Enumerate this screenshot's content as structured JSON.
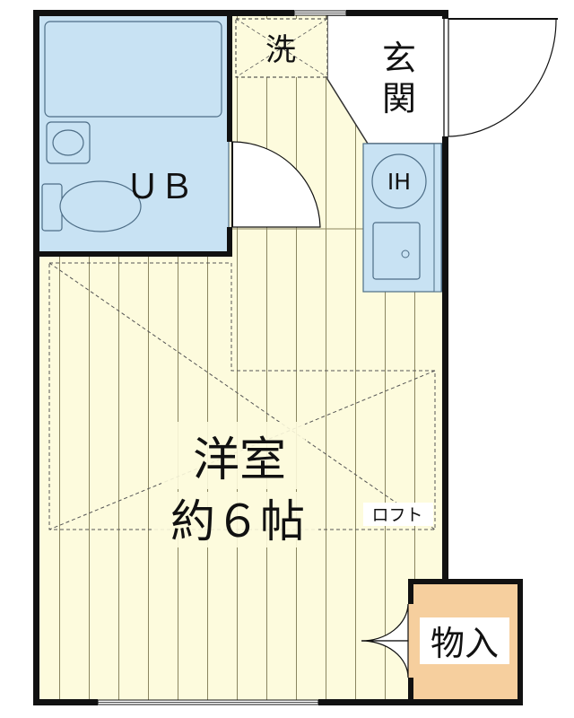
{
  "rooms": {
    "bathroom": "ＵＢ",
    "washroom": "洗",
    "entrance_line1": "玄",
    "entrance_line2": "関",
    "western_room_line1": "洋室",
    "western_room_line2": "約６帖",
    "loft": "ロフト",
    "storage": "物入"
  },
  "fixtures": {
    "ih_cooktop": "IH"
  },
  "colors": {
    "wall": "#111111",
    "floor_stripe": "#fdfbdd",
    "floor_line": "#8a8560",
    "bathroom": "#c8e2f3",
    "bathroom_line": "#4d6d86",
    "kitchen": "#c8e2f3",
    "storage": "#f6cf9e",
    "background": "#ffffff"
  }
}
